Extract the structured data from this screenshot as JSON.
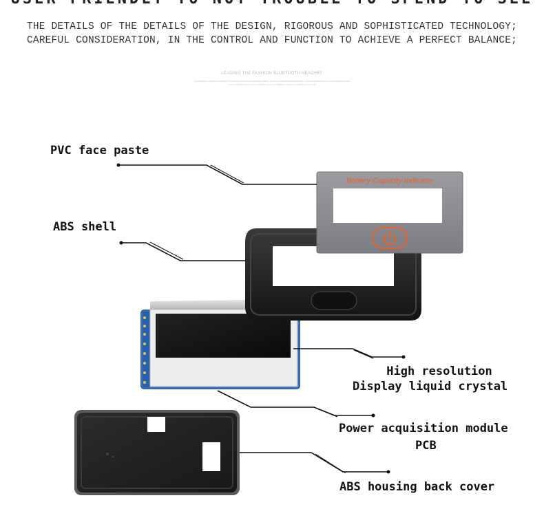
{
  "header": {
    "headline": "USER FRIENDLY TO NOT TROUBLE TO SPEND TO SEE",
    "intro_line1": "THE DETAILS OF THE DETAILS OF THE DESIGN, RIGOROUS AND SOPHISTICATED TECHNOLOGY;",
    "intro_line2": "CAREFUL CONSIDERATION, IN THE CONTROL AND FUNCTION TO ACHIEVE A PERFECT BALANCE;",
    "faint_heading": "LEADING THE FASHION BLUETOOTH HEADSET",
    "faint_text_line1": "THE PRODUCT DESIGN CONCEPT FOLLOWS THE FASHION TREND, SIMPLE STYLE, COMFORTABLE WEARING, CLEAR SOUND QUALITY AND STABLE SIGNAL",
    "faint_text_line2": "LONG STANDBY TIME, EASY OPERATION AND A PERFECT CHOICE FOR EVERYDAY USE"
  },
  "labels": {
    "pvc_face_paste": "PVC face paste",
    "abs_shell": "ABS shell",
    "display_line1": "High resolution",
    "display_line2": "Display liquid crystal",
    "pcb_line1": "Power acquisition module",
    "pcb_line2": "PCB",
    "back_cover": "ABS housing back cover"
  },
  "product": {
    "face_text": "Battery Capacity Indicator",
    "power_icon": "power-icon"
  },
  "colors": {
    "accent_orange": "#e8622a",
    "face_gray": "#8a8c92",
    "shell_black": "#1e1e1e",
    "pcb_blue": "#2b5fa8"
  }
}
